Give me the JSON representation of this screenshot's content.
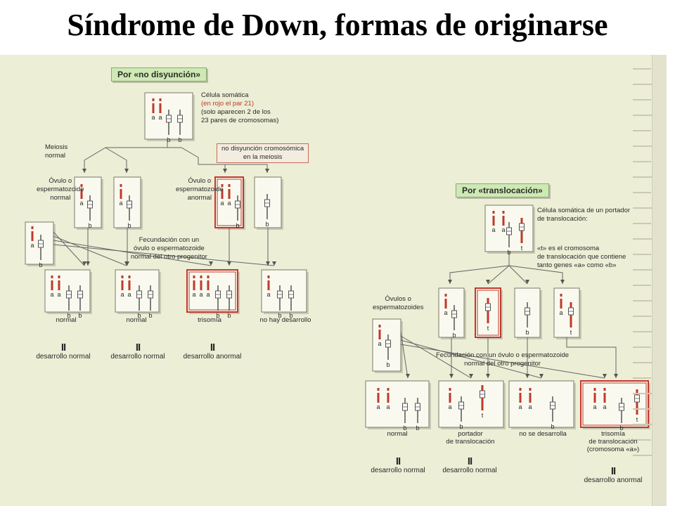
{
  "title": "Síndrome de Down, formas de originarse",
  "left": {
    "heading": "Por «no disyunción»",
    "cell_note": [
      "Célula somática",
      "(en rojo el par 21)",
      "(solo aparecen 2 de los",
      "23 pares de cromosomas)"
    ],
    "meiosis": [
      "Meiosis",
      "normal"
    ],
    "nondisjunction": [
      "no disyunción cromosómica",
      "en la meiosis"
    ],
    "gamete_normal": [
      "Óvulo o",
      "espermatozoide",
      "normal"
    ],
    "gamete_abnormal": [
      "Óvulo o",
      "espermatozoide",
      "anormal"
    ],
    "fertilization": [
      "Fecundación con un",
      "óvulo o espermatozoide",
      "normal del otro progenitor"
    ],
    "outcomes": [
      "normal",
      "normal",
      "trisomía",
      "no hay desarrollo"
    ],
    "results": [
      "desarrollo normal",
      "desarrollo normal",
      "desarrollo anormal"
    ]
  },
  "right": {
    "heading": "Por «translocación»",
    "cell_note": [
      "Célula somática de un portador",
      "de translocación:"
    ],
    "t_note": [
      "«t» es el cromosoma",
      "de translocación que contiene",
      "tanto genes «a» como «b»"
    ],
    "gametes": [
      "Óvulos o",
      "espermatozoides"
    ],
    "fertilization": [
      "Fecundación con un óvulo o espermatozoide",
      "normal del otro progenitor"
    ],
    "outcomes": {
      "o1": [
        "normal"
      ],
      "o2": [
        "portador",
        "de translocación"
      ],
      "o3": [
        "no se desarrolla"
      ],
      "o4": [
        "trisomía",
        "de translocación",
        "(cromosoma «a»)"
      ]
    },
    "results": [
      "desarrollo normal",
      "desarrollo normal",
      "desarrollo anormal"
    ]
  },
  "colors": {
    "red": "#c0392b",
    "box_border": "#7a7a6a",
    "highlight": "#c0392b",
    "tag_bg": "#cfe9b4"
  }
}
